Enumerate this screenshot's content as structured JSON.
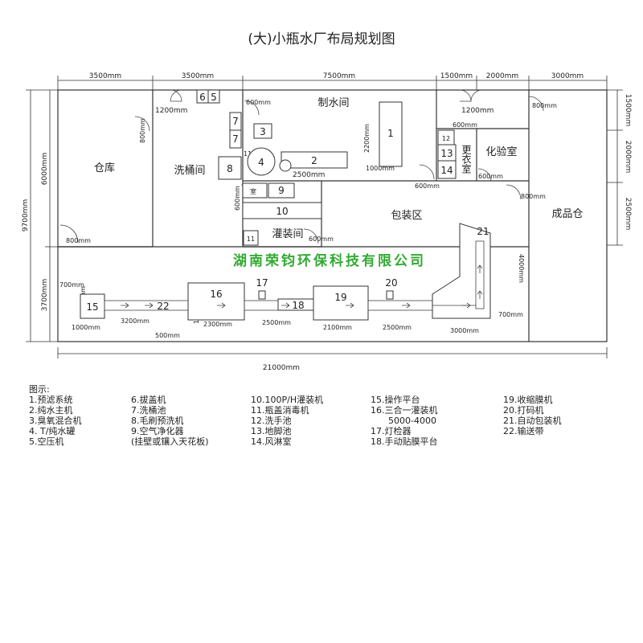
{
  "title": "(大)小瓶水厂布局规划图",
  "company": "湖南荣钧环保科技有限公司",
  "dims_top": [
    "3500mm",
    "3500mm",
    "7500mm",
    "1500mm",
    "2000mm",
    "3000mm"
  ],
  "dims_left": [
    "9700mm",
    "6000mm",
    "3700mm"
  ],
  "dims_right": [
    "1500mm",
    "2000mm",
    "2500mm"
  ],
  "dim_bottom": "21000mm",
  "rooms": {
    "warehouse": "仓库",
    "bucket_wash": "洗桶间",
    "water_room": "制水间",
    "lab": "化验室",
    "changing": "更衣室",
    "packing": "包装区",
    "filling": "灌装间",
    "finished": "成品仓"
  },
  "inner_dims": {
    "d1200a": "1200mm",
    "d1200b": "1200mm",
    "d800a": "800mm",
    "d800b": "800mm",
    "d800c": "800mm",
    "d800d": "800mm",
    "d600a": "600mm",
    "d600b": "600mm",
    "d600c": "600mm",
    "d600d": "600mm",
    "d600e": "600mm",
    "d600f": "600mm",
    "d1150": "1150mm",
    "d2200": "2200mm",
    "d1000a": "1000mm",
    "d2500a": "2500mm",
    "d700a": "700mm",
    "d700b": "700mm",
    "d1000b": "1000mm",
    "d1000c": "1000mm",
    "d3200": "3200mm",
    "d1700": "1700mm",
    "d2300": "2300mm",
    "d500": "500mm",
    "d2500b": "2500mm",
    "d2100": "2100mm",
    "d2500c": "2500mm",
    "d3000": "3000mm",
    "d4000": "4000mm"
  },
  "equipment_numbers": [
    "1",
    "2",
    "3",
    "4",
    "5",
    "6",
    "7",
    "7",
    "8",
    "9",
    "10",
    "11",
    "12",
    "13",
    "14",
    "15",
    "16",
    "17",
    "18",
    "19",
    "20",
    "21",
    "22"
  ],
  "room_word": "室",
  "legend": {
    "heading": "图示:",
    "columns": [
      [
        "1.预滤系统",
        "2.纯水主机",
        "3.臭氧混合机",
        "4. T/纯水罐",
        "5.空压机"
      ],
      [
        "6.拔盖机",
        "7.洗桶池",
        "8.毛刷预洗机",
        "9.空气净化器",
        "(挂壁或镶入天花板)"
      ],
      [
        "10.100P/H灌装机",
        "11.瓶盖消毒机",
        "12.洗手池",
        "13.地脚池",
        "14.风淋室"
      ],
      [
        "15.操作平台",
        "16.三合一灌装机",
        "5000-4000",
        "17.灯检器",
        "18.手动贴膜平台"
      ],
      [
        "19.收缩膜机",
        "20.打码机",
        "21.自动包装机",
        "22.输送带"
      ]
    ]
  }
}
